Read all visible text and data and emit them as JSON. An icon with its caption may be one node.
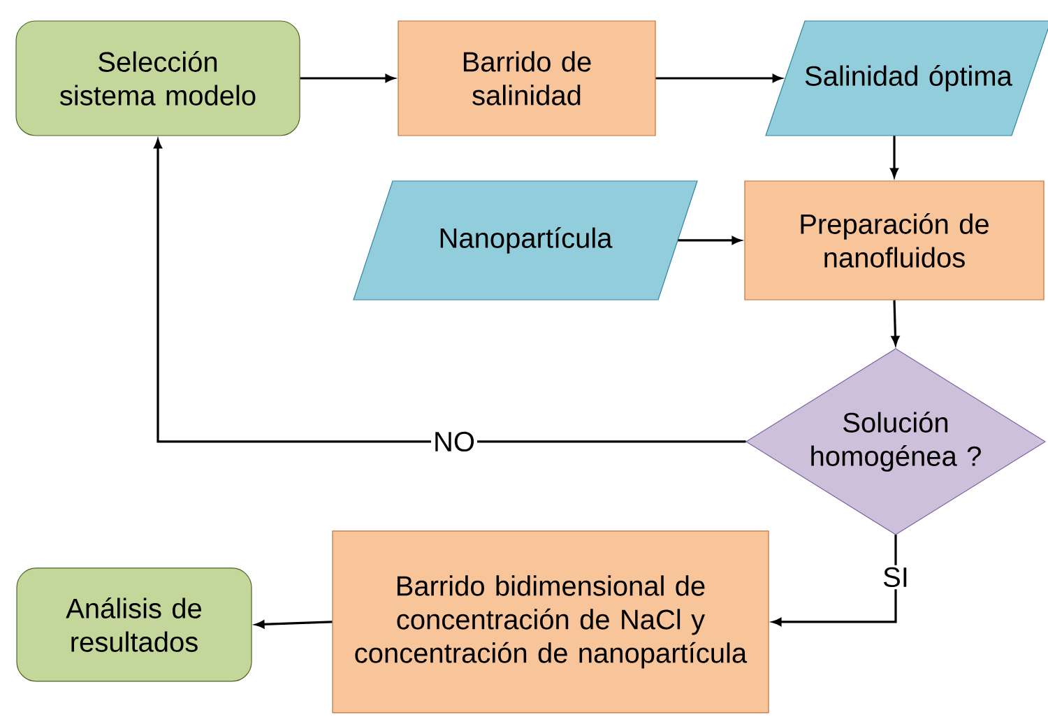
{
  "diagram": {
    "nodes": [
      {
        "text": [
          "Selección sistema modelo"
        ]
      },
      {
        "text": [
          "Barrido de salinidad"
        ]
      },
      {
        "text": [
          "Salinidad óptima"
        ]
      },
      {
        "text": [
          "Nanopartícula"
        ]
      },
      {
        "text": [
          "Preparación de nanofluidos"
        ]
      },
      {
        "text": [
          "Solución homogénea ?"
        ]
      },
      {
        "text": [
          "Barrido bidimensional de concentración de NaCl y concentración de nanopartícula"
        ]
      },
      {
        "text": [
          "Análisis de resultados"
        ]
      }
    ],
    "edges": [
      {
        "from": 0,
        "to": 1,
        "arrow": "to"
      },
      {
        "from": 1,
        "to": 2,
        "arrow": "to"
      },
      {
        "from": 2,
        "to": 4,
        "arrow": "to"
      },
      {
        "from": 3,
        "to": 4,
        "arrow": "to"
      },
      {
        "from": 4,
        "to": 5,
        "arrow": "to"
      },
      {
        "from": 5,
        "to": 0,
        "label": "NO",
        "arrow": "to"
      },
      {
        "from": 5,
        "to": 6,
        "label": "SI",
        "arrow": "to"
      },
      {
        "from": 6,
        "to": 7,
        "arrow": "to"
      }
    ]
  }
}
